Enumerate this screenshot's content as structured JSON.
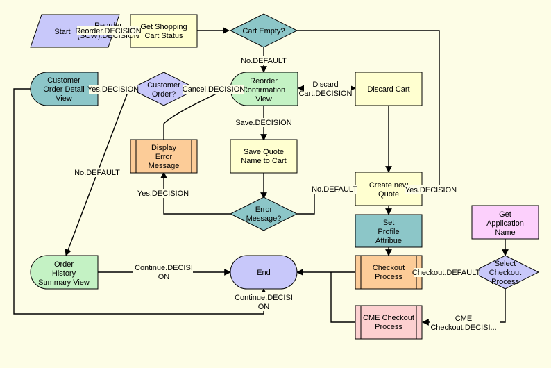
{
  "colors": {
    "background": "#fdfde6",
    "task": "#ffffd0",
    "decision": "#8cc6c8",
    "decision_lavender": "#c8c8fa",
    "view": "#c4f2c4",
    "view_teal": "#8cc6c8",
    "start": "#c8c8fa",
    "end": "#c8c8fa",
    "subprocess_orange": "#fccc98",
    "subprocess_pink": "#fcd0d0",
    "subprocess_teal": "#8cc6c8",
    "task_magenta": "#fcd0fc"
  },
  "nodes": {
    "start": {
      "label": "Start"
    },
    "get_cart_status": {
      "label": [
        "Get Shopping",
        "Cart Status"
      ]
    },
    "cart_empty": {
      "label": [
        "Cart Empty?"
      ]
    },
    "customer_order_detail": {
      "label": [
        "Customer",
        "Order Detail",
        "View"
      ]
    },
    "customer_order": {
      "label": [
        "Customer",
        "Order?"
      ]
    },
    "reorder_confirmation": {
      "label": [
        "Reorder",
        "Confirmation",
        "View"
      ]
    },
    "discard_cart": {
      "label": [
        "Discard Cart"
      ]
    },
    "display_error": {
      "label": [
        "Display",
        "Error",
        "Message"
      ]
    },
    "save_quote": {
      "label": [
        "Save Quote",
        "Name to Cart"
      ]
    },
    "create_quote": {
      "label": [
        "Create new",
        "Quote"
      ]
    },
    "error_message": {
      "label": [
        "Error",
        "Message?"
      ]
    },
    "set_profile": {
      "label": [
        "Set",
        "Profile",
        "Attribue"
      ]
    },
    "get_app_name": {
      "label": [
        "Get",
        "Application",
        "Name"
      ]
    },
    "order_history": {
      "label": [
        "Order",
        "History",
        "Summary View"
      ]
    },
    "end": {
      "label": [
        "End"
      ]
    },
    "checkout_process": {
      "label": [
        "Checkout",
        "Process"
      ]
    },
    "select_checkout": {
      "label": [
        "Select",
        "Checkout",
        "Process"
      ]
    },
    "cme_checkout": {
      "label": [
        "CME Checkout",
        "Process"
      ]
    }
  },
  "edges": {
    "start_to_cart_status": [
      "Reorder",
      "(SCW).DECISION"
    ],
    "start_to_cart_status_overlay": "Reorder.DECISION",
    "cart_empty_no": [
      "No.DEFAULT"
    ],
    "customer_order_yes": [
      "Yes.DECISION"
    ],
    "reorder_cancel": [
      "Cancel.DECISION"
    ],
    "reorder_discard": [
      "Discard",
      "Cart.DECISION"
    ],
    "reorder_save": [
      "Save.DECISION"
    ],
    "customer_order_no": [
      "No.DEFAULT"
    ],
    "error_yes": [
      "Yes.DECISION"
    ],
    "error_no": [
      "No.DEFAULT"
    ],
    "cart_empty_yes": [
      "Yes.DECISION"
    ],
    "history_continue": [
      "Continue.DECISI",
      "ON"
    ],
    "detail_continue": [
      "Continue.DECISI",
      "ON"
    ],
    "select_checkout_default": [
      "Checkout.DEFAULT"
    ],
    "select_cme": [
      "CME",
      "Checkout.DECISI..."
    ]
  }
}
